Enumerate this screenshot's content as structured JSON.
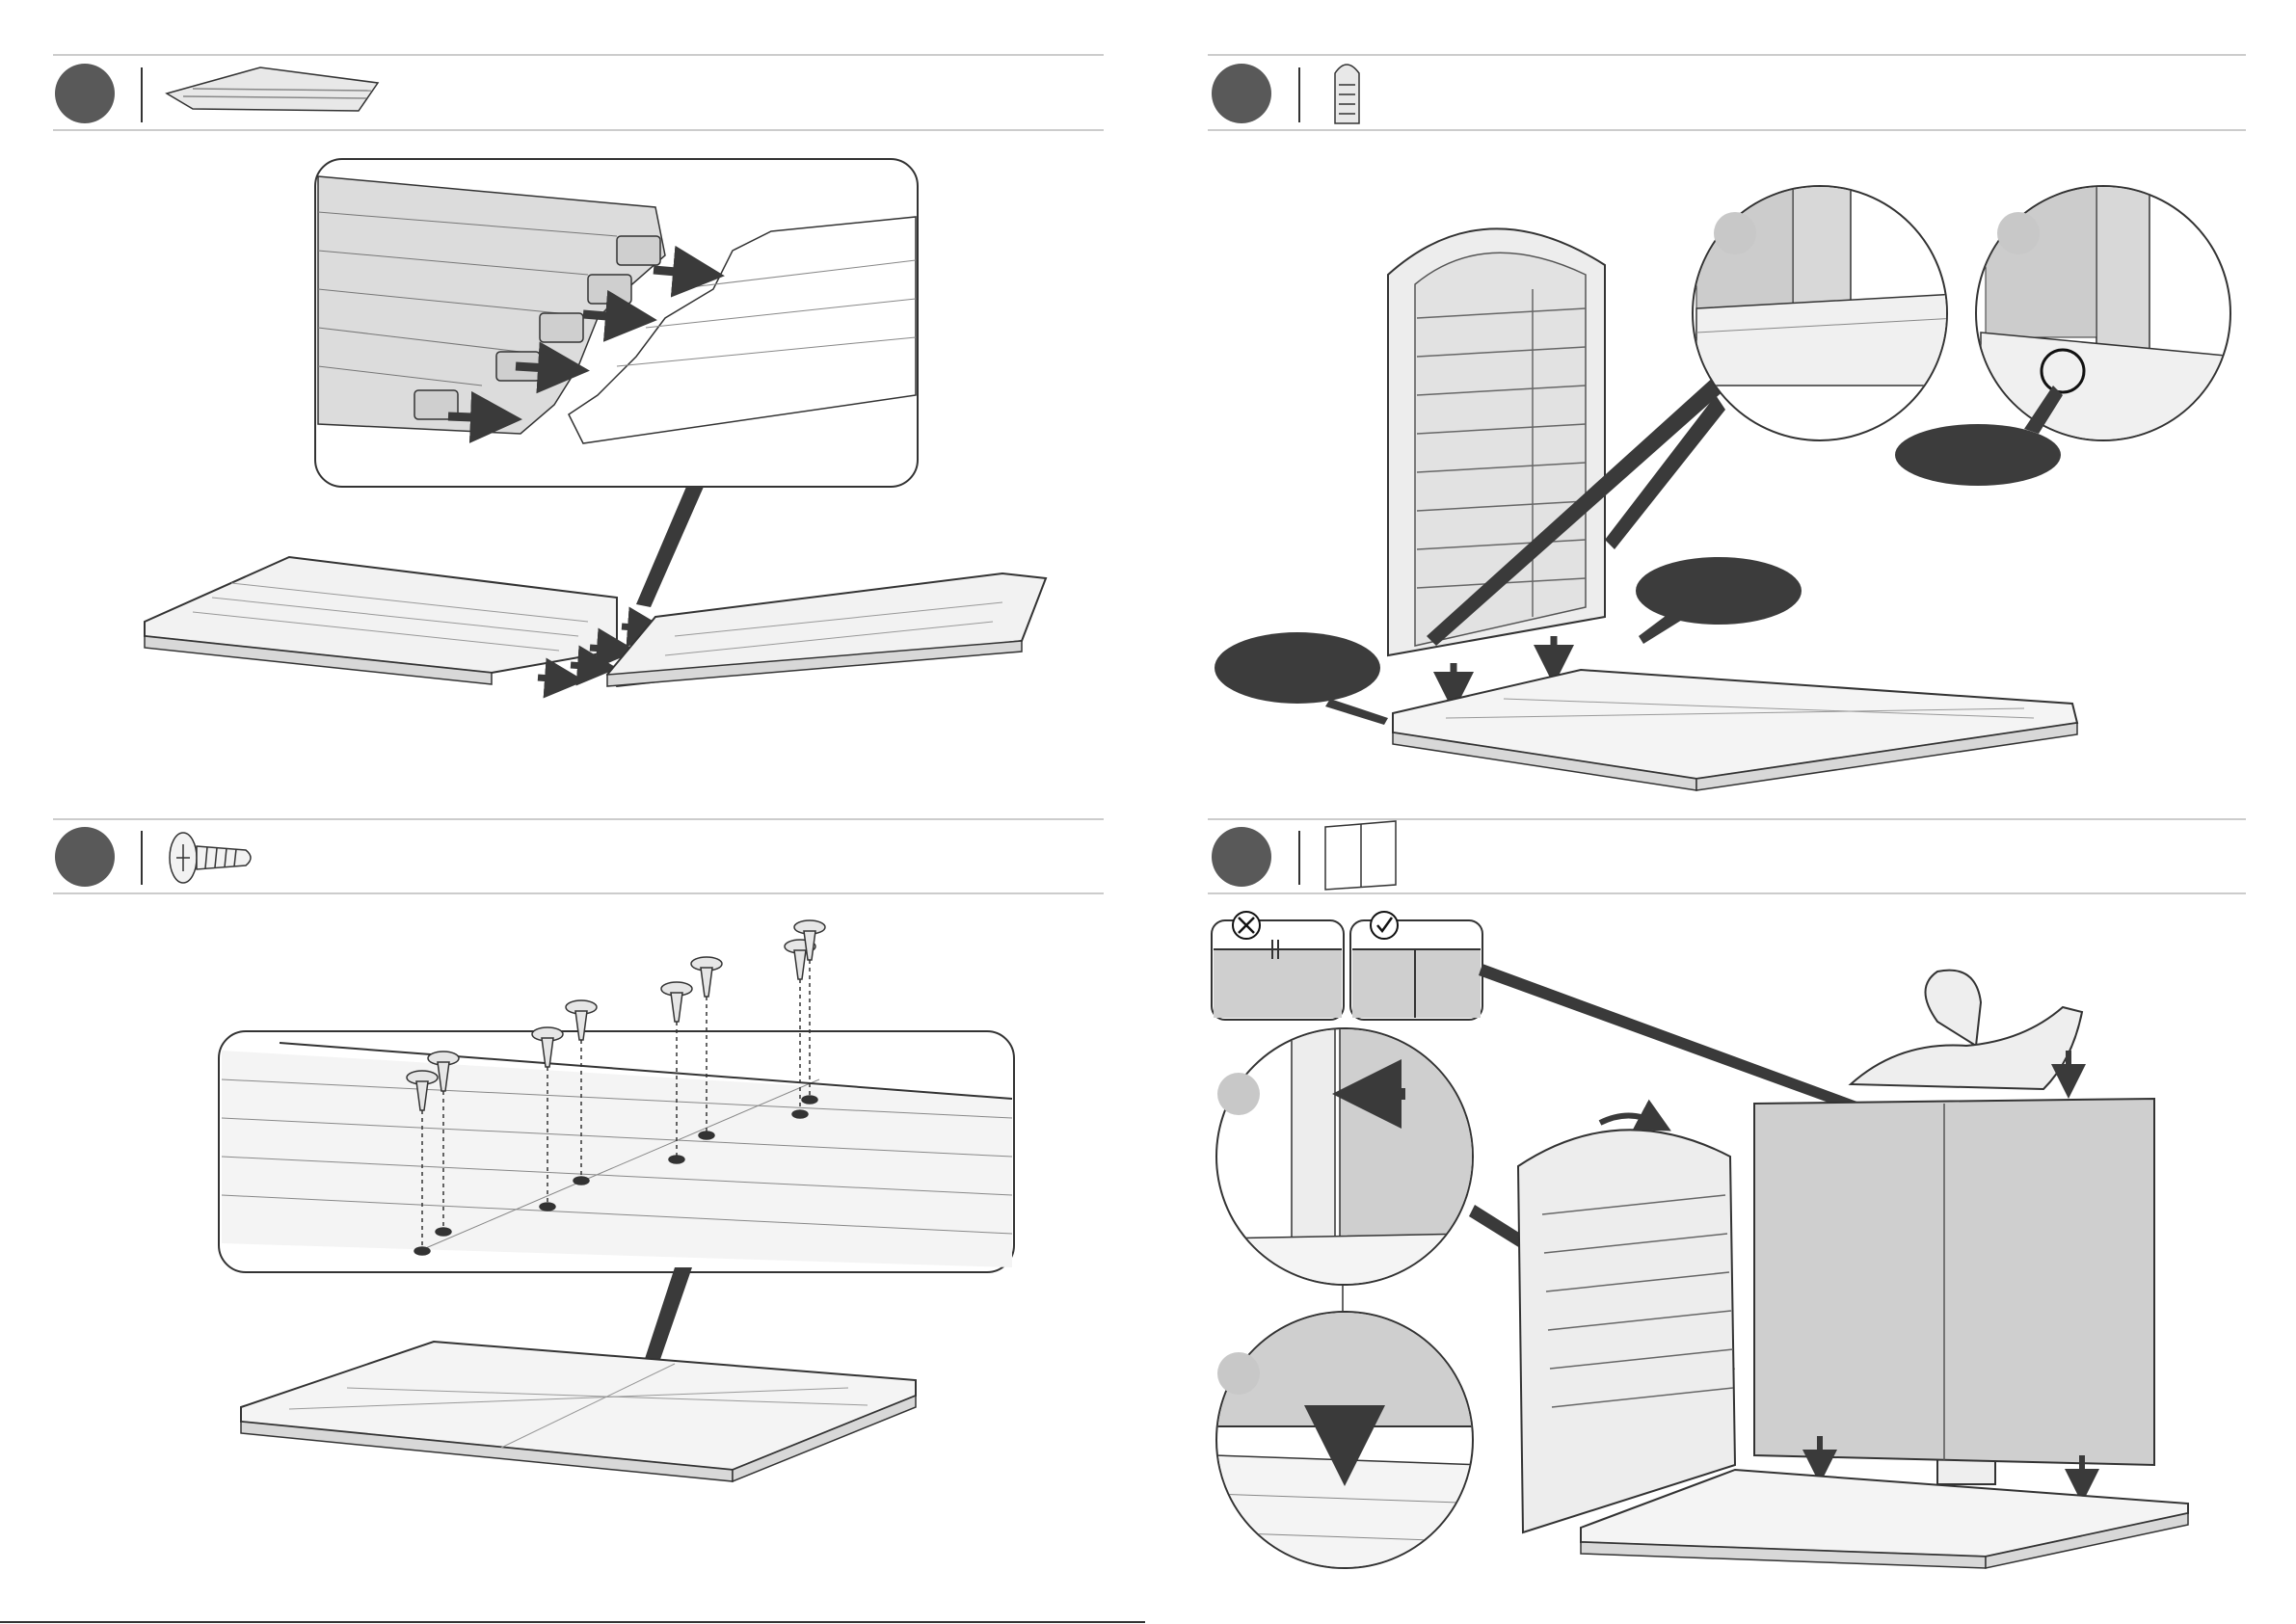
{
  "document": {
    "type": "assembly-instructions",
    "steps": [
      {
        "id": "step-a",
        "label": "",
        "part_icon": "floor-panel-icon"
      },
      {
        "id": "step-b",
        "label": "",
        "part_icon": "side-wall-panel-icon"
      },
      {
        "id": "step-c",
        "label": "",
        "part_icon": "screw-icon"
      },
      {
        "id": "step-d",
        "label": "",
        "part_icon": "back-panel-icon"
      }
    ],
    "callouts": {
      "circle_small": "",
      "circle_large_left": "",
      "circle_large_right": ""
    },
    "checks": {
      "wrong": "wrong-icon",
      "correct": "correct-icon"
    },
    "colors": {
      "step_badge": "#595959",
      "callout_fill": "#3c3c3c",
      "light_badge": "#c8c8c8",
      "panel_fill": "#cfcfcf",
      "line": "#2a2a2a"
    }
  }
}
